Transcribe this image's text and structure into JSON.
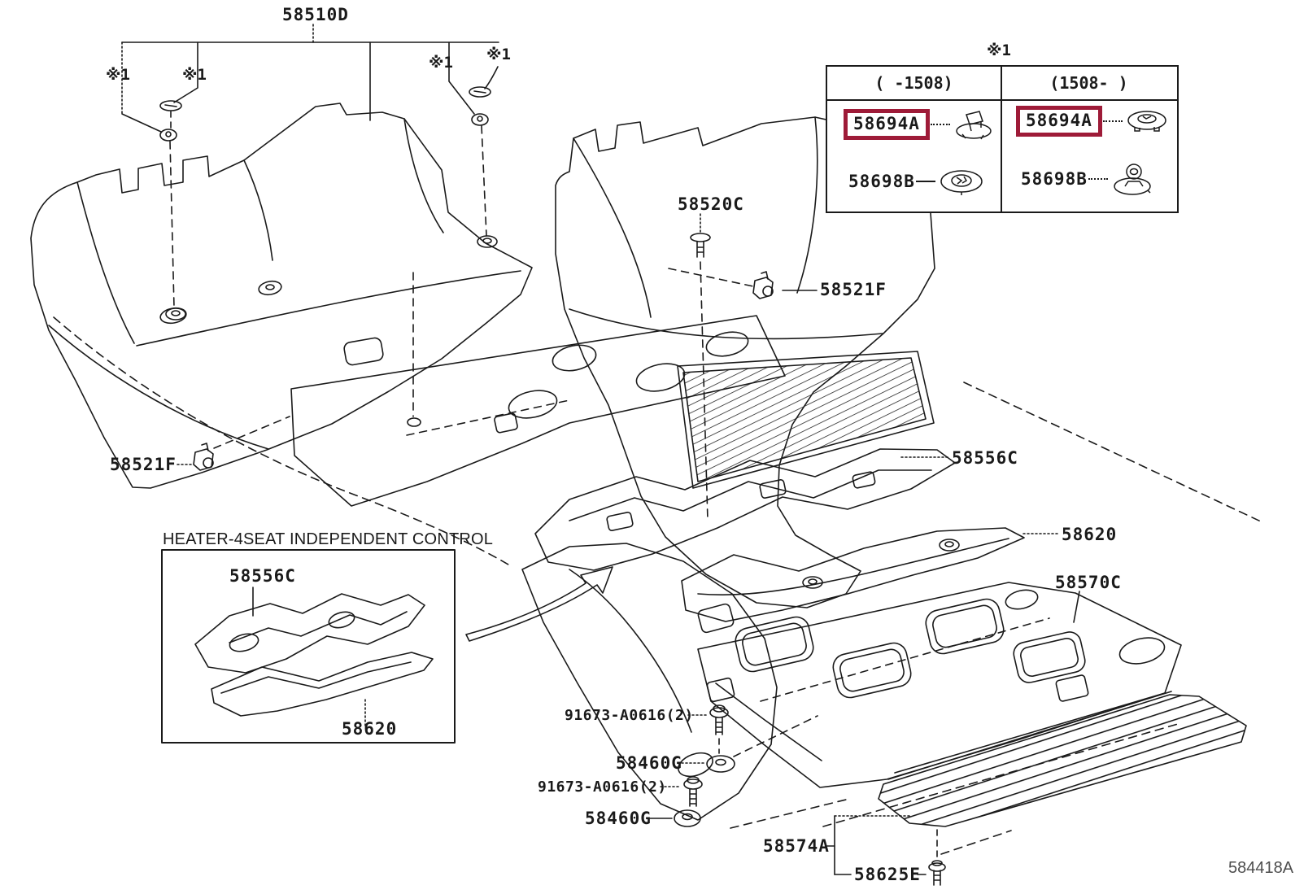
{
  "theme": {
    "background": "#ffffff",
    "line_color": "#1a1a1a",
    "highlight_color": "#9e1b38",
    "footer_color": "#4d4d4d"
  },
  "callouts": {
    "main_assembly": "58510D",
    "note_ref": "※1",
    "screw_front": "58520C",
    "clip_front": "58521F",
    "heater_duct_panel": "58556C",
    "duct": "58620",
    "rear_floor_carpet": "58570C",
    "bolt": "91673-A0616(2)",
    "washer": "58460G",
    "scuff_plate": "58574A",
    "scuff_clip": "58625E"
  },
  "variant_table": {
    "note_ref": "※1",
    "columns": [
      "(  -1508)",
      "(1508-  )"
    ],
    "rows": [
      {
        "part": "58694A",
        "highlighted": true
      },
      {
        "part": "58698B",
        "highlighted": false
      }
    ]
  },
  "inset": {
    "title": "HEATER-4SEAT INDEPENDENT CONTROL",
    "upper_part": "58556C",
    "lower_part": "58620"
  },
  "diagram_id": {
    "code": "584418A"
  }
}
